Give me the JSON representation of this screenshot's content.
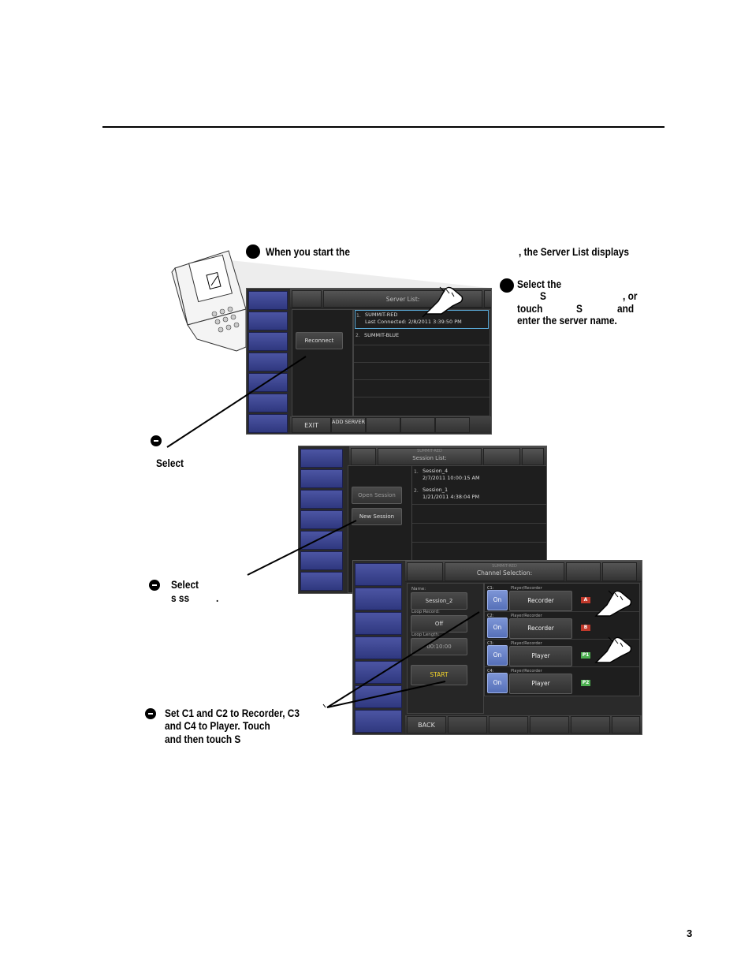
{
  "page": {
    "number": "3"
  },
  "callouts": {
    "step1": "When you start the",
    "step1_tail": ", the Server List displays",
    "step2": [
      "Select the",
      "S",
      ", or",
      "touch",
      "S",
      "and",
      "enter the server name."
    ],
    "step3": "Select",
    "step4": [
      "Select",
      "s  ss",
      "."
    ],
    "step5": [
      "Set C1 and C2 to Recorder, C3",
      "and C4 to Player.  Touch",
      "and then touch S"
    ]
  },
  "server_screen": {
    "title": "Server List:",
    "servers": [
      {
        "index": "1.",
        "name": "SUMMIT-RED",
        "detail": "Last Connected: 2/8/2011 3:39:50 PM"
      },
      {
        "index": "2.",
        "name": "SUMMIT-BLUE",
        "detail": ""
      }
    ],
    "reconnect_label": "Reconnect",
    "bottom_tabs": [
      "EXIT",
      "ADD SERVER"
    ]
  },
  "session_screen": {
    "subtitle": "SUMMIT-RED",
    "title": "Session List:",
    "sessions": [
      {
        "index": "1.",
        "name": "Session_4",
        "date": "2/7/2011 10:00:15 AM"
      },
      {
        "index": "2.",
        "name": "Session_1",
        "date": "1/21/2011 4:38:04 PM"
      }
    ],
    "open_label": "Open Session",
    "new_label": "New Session"
  },
  "channel_screen": {
    "subtitle": "SUMMIT-RED",
    "title": "Channel Selection:",
    "name_label": "Name:",
    "name_value": "Session_2",
    "loop_record_label": "Loop Record:",
    "loop_record_value": "Off",
    "loop_length_label": "Loop Length:",
    "loop_length_value": "00:10:00",
    "start_label": "START",
    "back_label": "BACK",
    "channels": [
      {
        "id": "C1:",
        "state": "On",
        "header": "Player/Recorder",
        "role": "Recorder",
        "badge": "A",
        "badge_color": "#c0392b"
      },
      {
        "id": "C2:",
        "state": "On",
        "header": "Player/Recorder",
        "role": "Recorder",
        "badge": "B",
        "badge_color": "#c0392b"
      },
      {
        "id": "C3:",
        "state": "On",
        "header": "Player/Recorder",
        "role": "Player",
        "badge": "P1",
        "badge_color": "#4caf50"
      },
      {
        "id": "C4:",
        "state": "On",
        "header": "Player/Recorder",
        "role": "Player",
        "badge": "P2",
        "badge_color": "#4caf50"
      }
    ]
  }
}
